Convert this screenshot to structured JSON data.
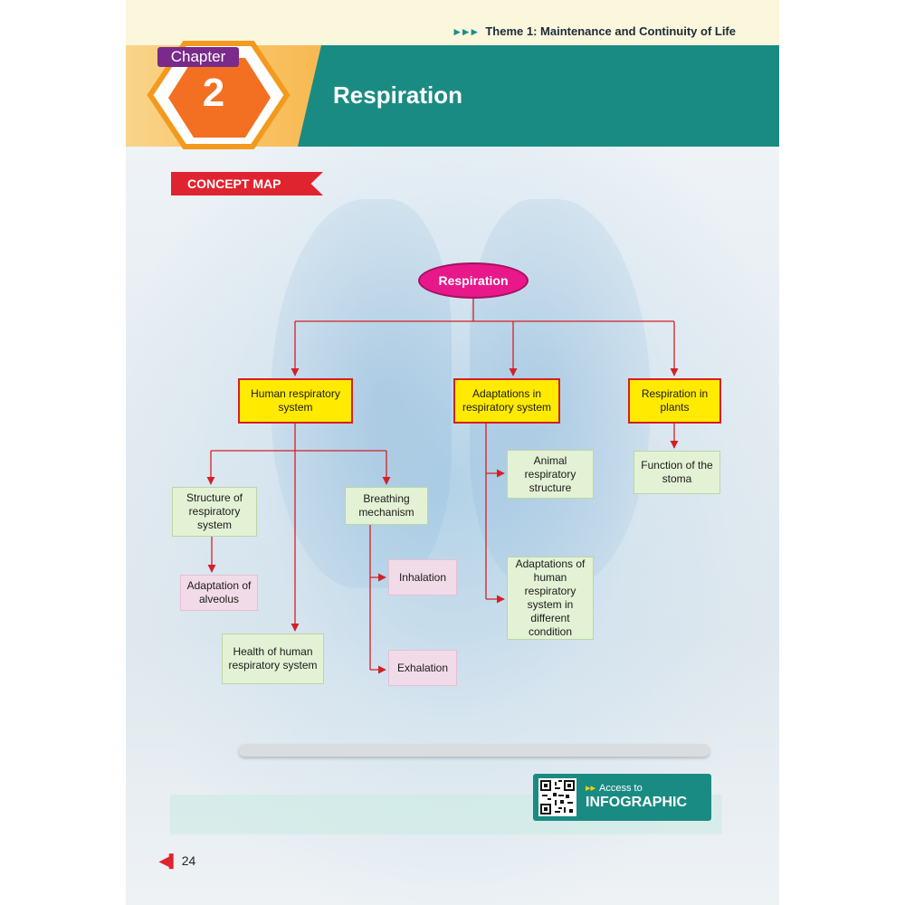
{
  "header": {
    "theme": "Theme 1: Maintenance and Continuity of Life",
    "chapter_label": "Chapter",
    "chapter_number": "2",
    "title": "Respiration"
  },
  "concept_map": {
    "label": "CONCEPT MAP",
    "root": "Respiration",
    "nodes": {
      "human_respiratory_system": "Human respiratory system",
      "adaptations_in_respiratory_system": "Adaptations in respiratory system",
      "respiration_in_plants": "Respiration in plants",
      "structure_of_respiratory_system": "Structure of respiratory system",
      "breathing_mechanism": "Breathing mechanism",
      "adaptation_of_alveolus": "Adaptation of alveolus",
      "health_of_human_respiratory_system": "Health of human respiratory system",
      "inhalation": "Inhalation",
      "exhalation": "Exhalation",
      "animal_respiratory_structure": "Animal respiratory structure",
      "adaptations_of_human_respiratory_system": "Adaptations of human respiratory system in different condition",
      "function_of_the_stoma": "Function of the stoma"
    }
  },
  "infographic": {
    "access_text": "Access to",
    "title": "INFOGRAPHIC"
  },
  "footer": {
    "page_number": "24"
  },
  "colors": {
    "teal": "#1a8b83",
    "red": "#e0242f",
    "magenta": "#e8178a",
    "yellow": "#ffea00",
    "orange": "#f7b64a"
  }
}
